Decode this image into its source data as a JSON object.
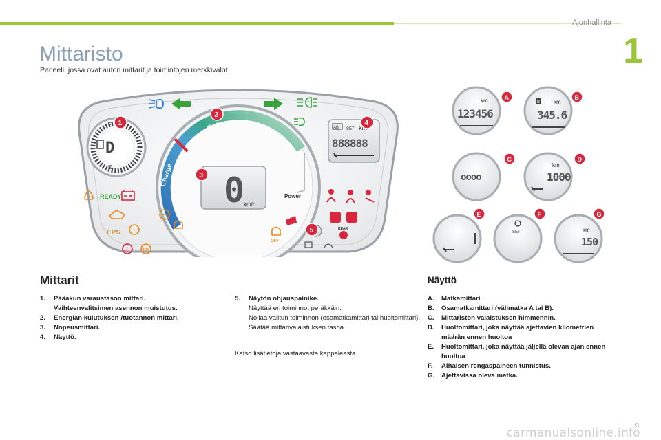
{
  "header": {
    "section": "Ajonhallinta",
    "chapter": "1"
  },
  "title": "Mittaristo",
  "subtitle": "Paneeli, jossa ovat auton mittarit ja toimintojen merkkivalot.",
  "dashboard": {
    "callouts": [
      "1",
      "2",
      "3",
      "4",
      "5"
    ],
    "gauge_f": "F",
    "gauge_e": "E",
    "eco": "Eco",
    "charge": "Charge",
    "speed": "0",
    "speed_unit": "km/h",
    "power": "Power",
    "odometer": "888888",
    "set": "SET",
    "km": "km",
    "ready": "READY",
    "eps": "EPS",
    "off": "OFF",
    "rear": "REAR",
    "abs": "ABS"
  },
  "displays": {
    "a": {
      "letter": "A",
      "unit": "km",
      "value": "123456"
    },
    "b": {
      "letter": "B",
      "unit": "km",
      "value": "345.6",
      "tag": "B"
    },
    "c": {
      "letter": "C",
      "value": "oooo"
    },
    "d": {
      "letter": "D",
      "unit": "km",
      "value": "1000"
    },
    "e": {
      "letter": "E"
    },
    "f": {
      "letter": "F",
      "set": "SET"
    },
    "g": {
      "letter": "G",
      "unit": "km",
      "value": "150"
    }
  },
  "mittarit": {
    "heading": "Mittarit",
    "items": [
      {
        "num": "1.",
        "text": "Pääakun varaustason mittari.",
        "cont": "Vaihteenvalitsimen asennon muistutus."
      },
      {
        "num": "2.",
        "text": "Energian kulutuksen-/tuotannon mittari."
      },
      {
        "num": "3.",
        "text": "Nopeusmittari."
      },
      {
        "num": "4.",
        "text": "Näyttö."
      }
    ],
    "item5": {
      "num": "5.",
      "text": "Näytön ohjauspainike.",
      "lines": [
        "Näyttää eri toiminnot peräkkäin.",
        "Nollaa valitun toiminnon (osamatkamittari tai huoltomittari).",
        "Säätää mittarivalaistuksen tasoa."
      ]
    },
    "reference": "Katso lisätietoja vastaavasta kappaleesta."
  },
  "naytto": {
    "heading": "Näyttö",
    "items": [
      {
        "letter": "A.",
        "text": "Matkamittari."
      },
      {
        "letter": "B.",
        "text": "Osamatkamittari (välimatka A tai B)."
      },
      {
        "letter": "C.",
        "text": "Mittariston valaistuksen himmennin."
      },
      {
        "letter": "D.",
        "text": "Huoltomittari, joka näyttää ajettavien kilometrien määrän ennen huoltoa"
      },
      {
        "letter": "E.",
        "text": "Huoltomittari, joka näyttää jäljellä olevan ajan ennen huoltoa"
      },
      {
        "letter": "F.",
        "text": "Alhaisen rengaspaineen tunnistus."
      },
      {
        "letter": "G.",
        "text": "Ajettavissa oleva matka."
      }
    ]
  },
  "page_number": "9",
  "footer": "carmanualsonline.info",
  "colors": {
    "accent_green": "#9cc43c",
    "callout_red": "#d8263c",
    "title_blue": "#8aa0b4",
    "warning_orange": "#e98a1f",
    "indicator_green": "#3aa23a",
    "indicator_blue": "#2f7fd0"
  }
}
